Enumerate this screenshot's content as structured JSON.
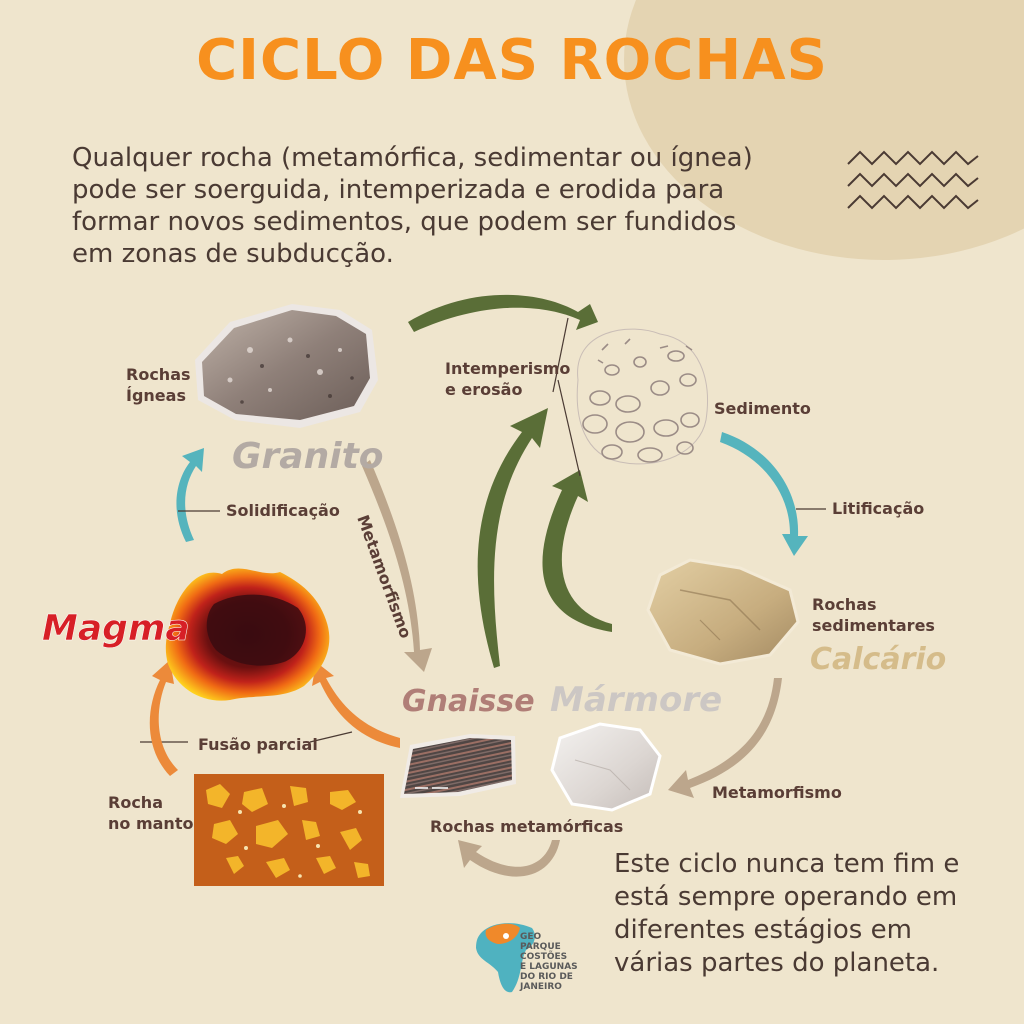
{
  "title": "CICLO DAS ROCHAS",
  "intro": "Qualquer rocha (metamórfica, sedimentar ou ígnea) pode ser soerguida, intemperizada e erodida para formar novos sedimentos, que podem ser fundidos em zonas de subducção.",
  "outro": "Este ciclo nunca tem fim e está sempre operando em diferentes estágios em várias partes do planeta.",
  "rocks": {
    "granito": "Granito",
    "magma": "Magma",
    "gnaisse": "Gnaisse",
    "marmore": "Mármore",
    "calcario": "Calcário"
  },
  "labels": {
    "rochas_igneas": [
      "Rochas",
      "Ígneas"
    ],
    "intemperismo": [
      "Intemperismo",
      "e erosão"
    ],
    "sedimento": "Sedimento",
    "litificacao": "Litificação",
    "rochas_sedimentares": [
      "Rochas",
      "sedimentares"
    ],
    "solidificacao": "Solidificação",
    "metamorfismo_vertical": "Metamorfismo",
    "fusao_parcial": "Fusão parcial",
    "rocha_manto": [
      "Rocha",
      "no manto"
    ],
    "metamorfismo": "Metamorfismo",
    "rochas_metamorficas": "Rochas metamórficas"
  },
  "logo": {
    "line1": "GEO",
    "line2": "PARQUE",
    "line3": "COSTÕES",
    "line4": "E LAGUNAS",
    "line5": "DO RIO DE",
    "line6": "JANEIRO"
  },
  "colors": {
    "title": "#f7901e",
    "background": "#efe5cd",
    "green_arrow": "#5a6e37",
    "tan_arrow": "#bca68c",
    "teal_arrow": "#55b4bd",
    "orange_arrow": "#ec8a3a",
    "zigzag": "#4a3a33"
  },
  "icons": [
    "granite-rock",
    "sediment-grains",
    "limestone-rock",
    "gneiss-rock",
    "marble-rock",
    "magma-blob",
    "mantle-rock",
    "geopark-logo",
    "zigzag-lines"
  ]
}
